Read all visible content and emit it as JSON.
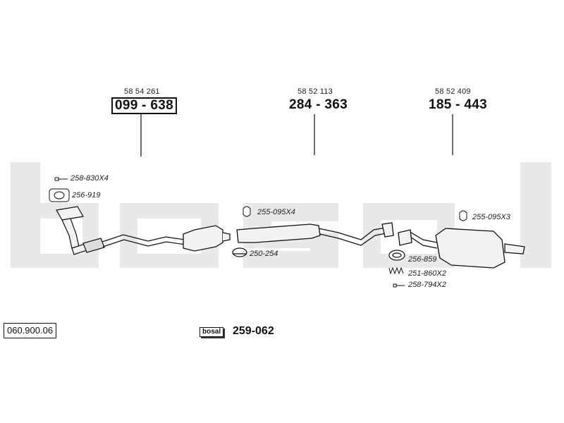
{
  "parts": [
    {
      "ref": "58 54 261",
      "code": "099 - 638"
    },
    {
      "ref": "58 52 113",
      "code": "284 - 363"
    },
    {
      "ref": "58 52 409",
      "code": "185 - 443"
    }
  ],
  "accessories": [
    {
      "code": "258-830X4"
    },
    {
      "code": "256-919"
    },
    {
      "code": "255-095X4"
    },
    {
      "code": "250-254"
    },
    {
      "code": "255-095X3"
    },
    {
      "code": "256-859"
    },
    {
      "code": "251-860X2"
    },
    {
      "code": "258-794X2"
    }
  ],
  "watermark": "bosal",
  "diagram_code": "060.900.06",
  "kit": {
    "badge": "bosal",
    "code": "259-062"
  },
  "colors": {
    "watermark": "#e9e9e9",
    "line": "#111111",
    "part_fill": "#f2f2f2"
  }
}
